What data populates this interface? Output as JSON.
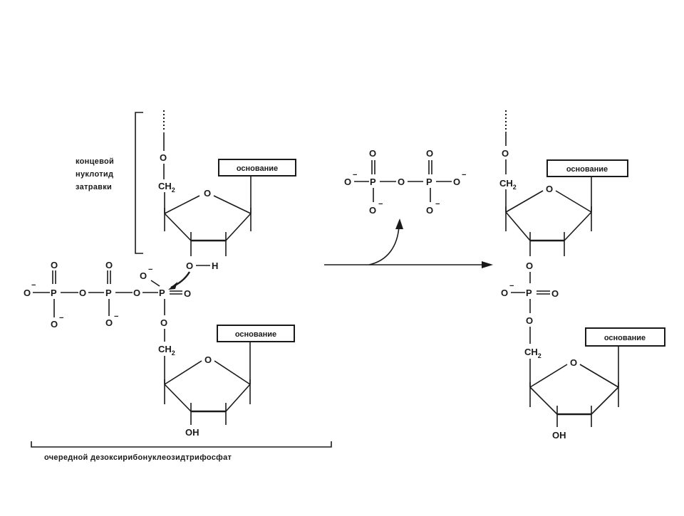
{
  "labels": {
    "base": "основание",
    "primer_line1": "концевой",
    "primer_line2": "нуклотид",
    "primer_line3": "затравки",
    "next_nucleotide": "очередной дезоксирибонуклеозидтрифосфат"
  },
  "atoms": {
    "O": "O",
    "P": "P",
    "H": "H",
    "OH": "OH",
    "CH": "CH",
    "two": "2",
    "minus": "−"
  }
}
